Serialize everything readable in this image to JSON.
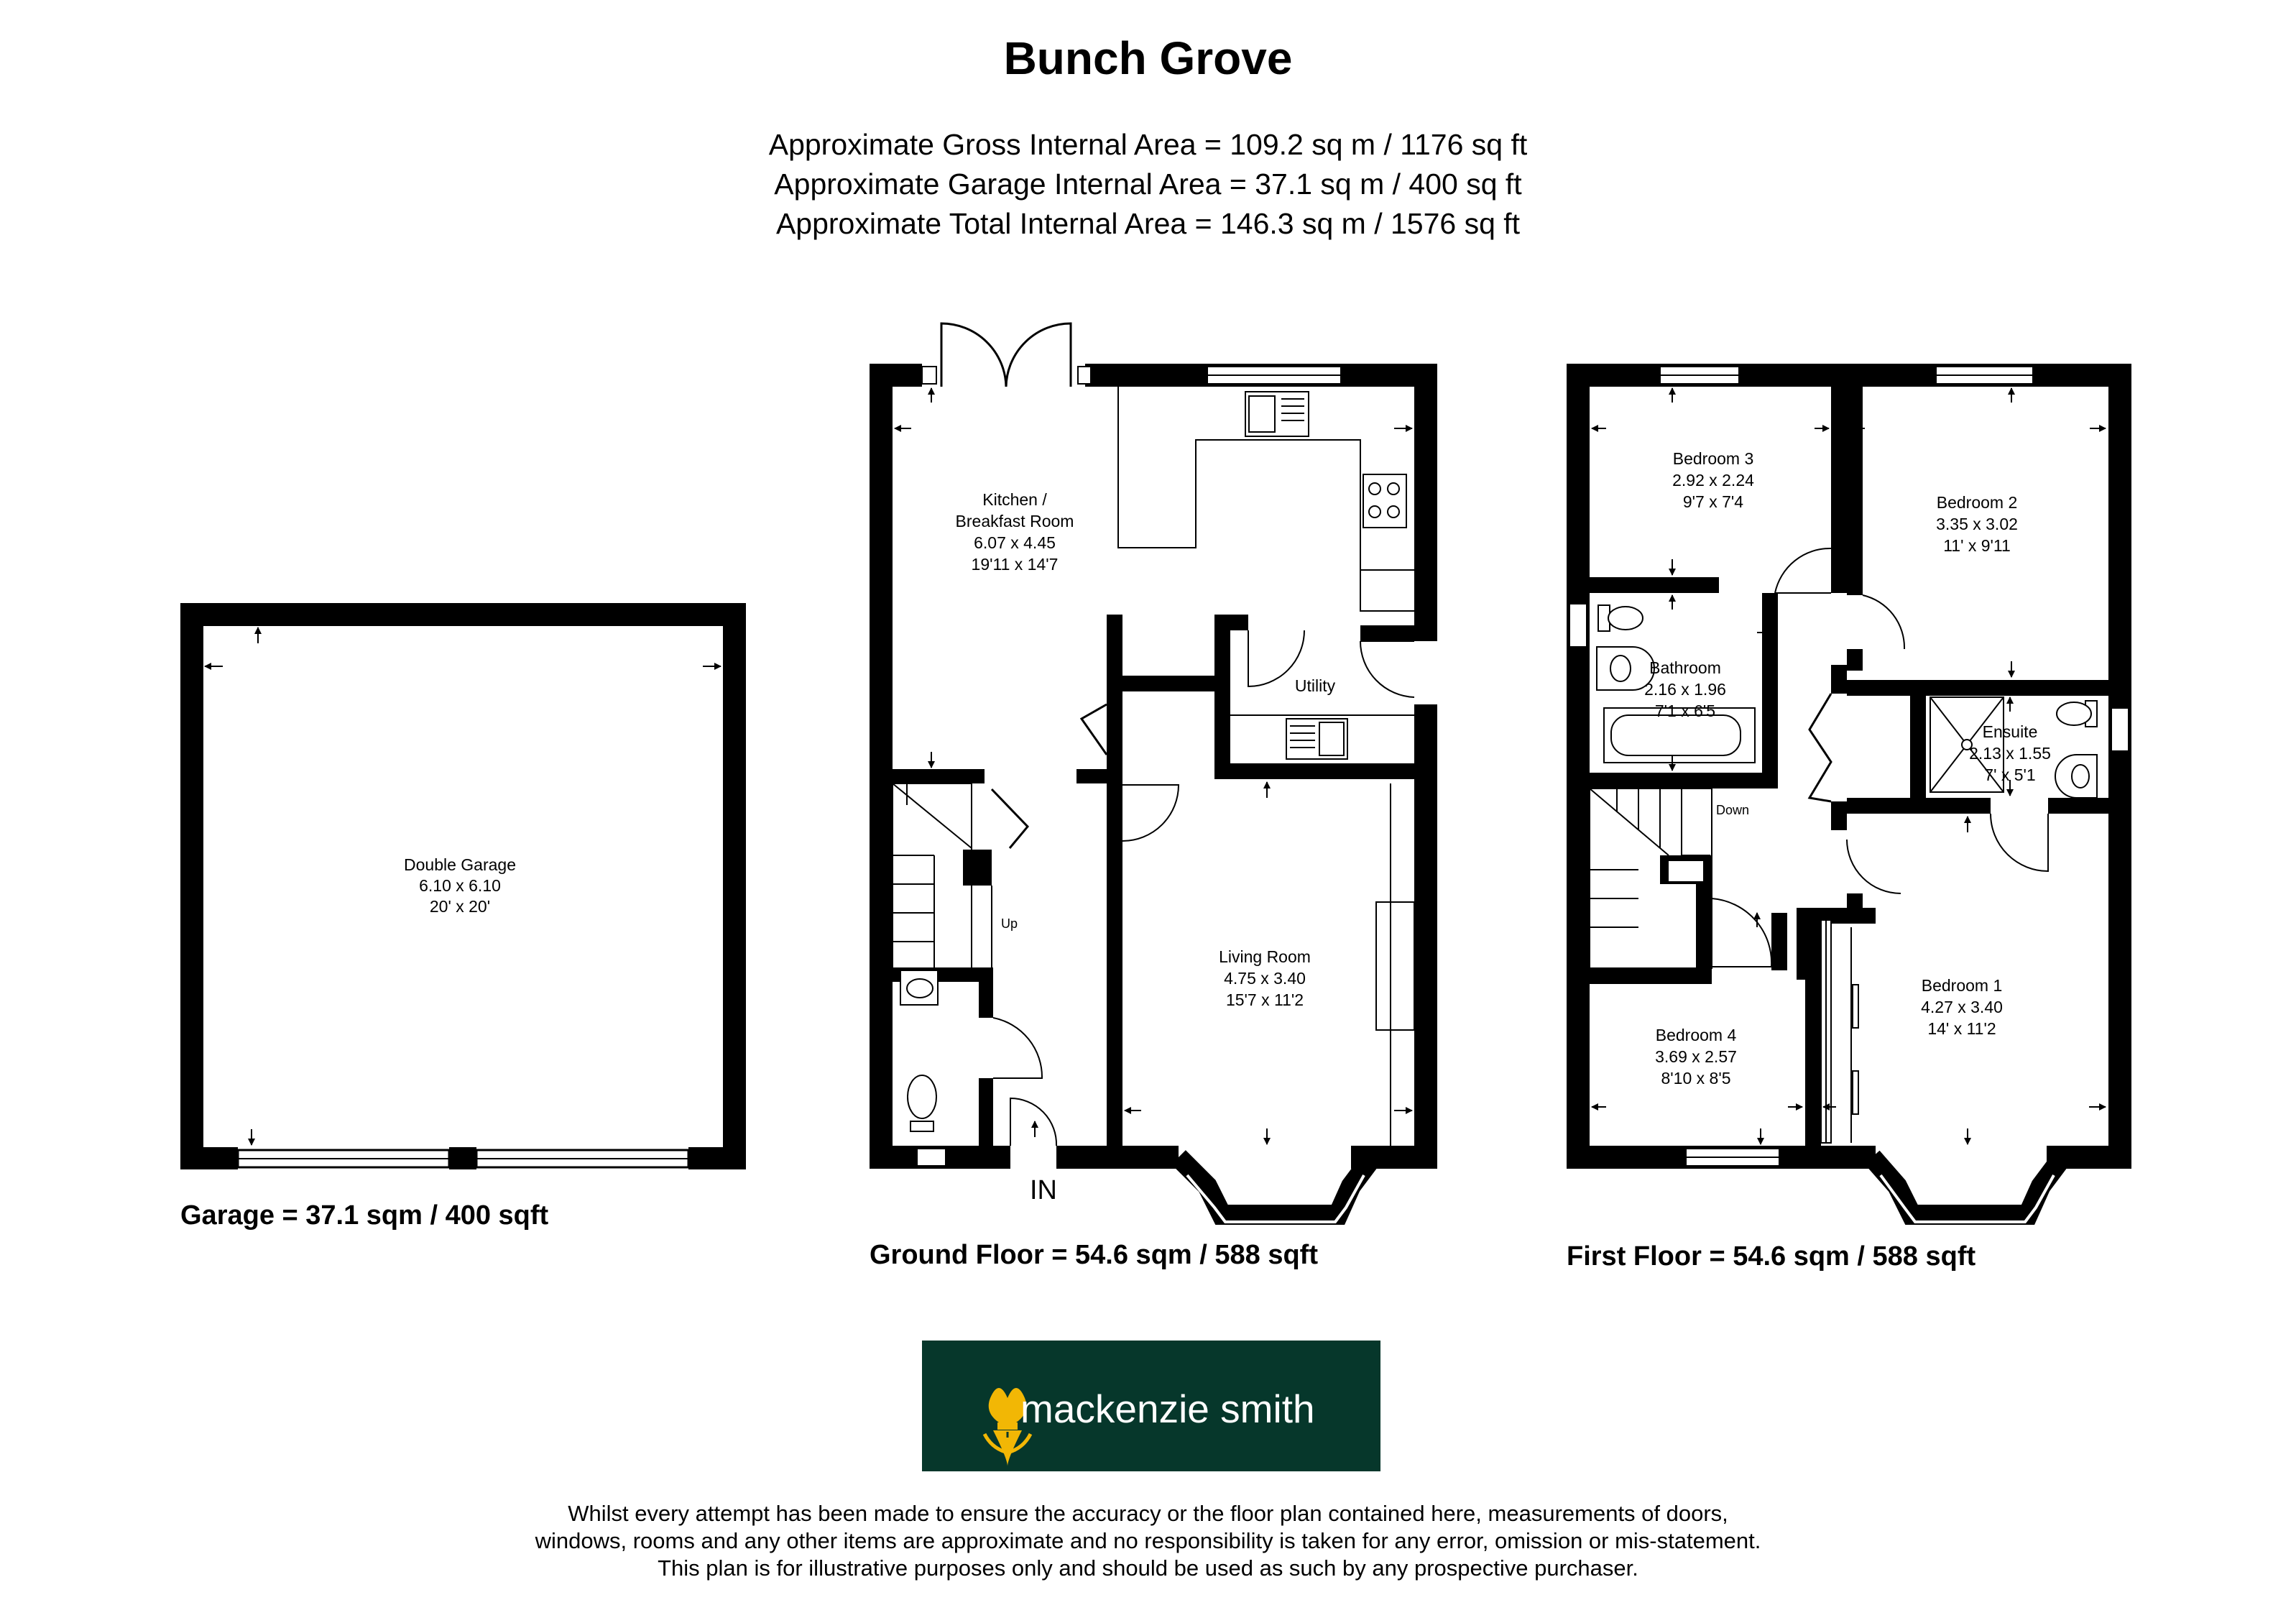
{
  "header": {
    "title": "Bunch Grove",
    "gross_area": "Approximate Gross Internal Area = 109.2 sq m / 1176 sq ft",
    "garage_area": "Approximate Garage Internal Area = 37.1 sq m / 400 sq ft",
    "total_area": "Approximate Total Internal Area = 146.3 sq m / 1576 sq ft"
  },
  "garage": {
    "name": "Double Garage",
    "metric": "6.10 x 6.10",
    "imperial": "20' x 20'",
    "floor_label": "Garage = 37.1 sqm / 400 sqft"
  },
  "ground_floor": {
    "floor_label": "Ground Floor = 54.6 sqm / 588 sqft",
    "kitchen": {
      "name1": "Kitchen /",
      "name2": "Breakfast Room",
      "metric": "6.07 x 4.45",
      "imperial": "19'11 x 14'7"
    },
    "utility": {
      "name": "Utility"
    },
    "living": {
      "name": "Living Room",
      "metric": "4.75 x 3.40",
      "imperial": "15'7 x 11'2"
    },
    "stairs_label": "Up",
    "entrance_label": "IN"
  },
  "first_floor": {
    "floor_label": "First Floor = 54.6 sqm / 588 sqft",
    "bedroom3": {
      "name": "Bedroom 3",
      "metric": "2.92 x 2.24",
      "imperial": "9'7 x 7'4"
    },
    "bedroom2": {
      "name": "Bedroom 2",
      "metric": "3.35 x 3.02",
      "imperial": "11' x 9'11"
    },
    "bathroom": {
      "name": "Bathroom",
      "metric": "2.16 x 1.96",
      "imperial": "7'1 x 6'5"
    },
    "ensuite": {
      "name": "Ensuite",
      "metric": "2.13 x 1.55",
      "imperial": "7' x 5'1"
    },
    "bedroom4": {
      "name": "Bedroom 4",
      "metric": "3.69 x 2.57",
      "imperial": "8'10 x 8'5"
    },
    "bedroom1": {
      "name": "Bedroom 1",
      "metric": "4.27 x 3.40",
      "imperial": "14' x 11'2"
    },
    "stairs_label": "Down"
  },
  "brand": {
    "name": "mackenzie smith",
    "background_color": "#06372b",
    "logo_color": "#f2b705",
    "logo_icon": "thistle-icon"
  },
  "disclaimer": {
    "line1": "Whilst every attempt has been made to ensure the accuracy or the floor plan contained here, measurements of doors,",
    "line2": "windows, rooms and any other items are approximate and no responsibility is taken for any error, omission or mis-statement.",
    "line3": "This plan is for illustrative purposes only and should be used as such by any prospective purchaser."
  }
}
